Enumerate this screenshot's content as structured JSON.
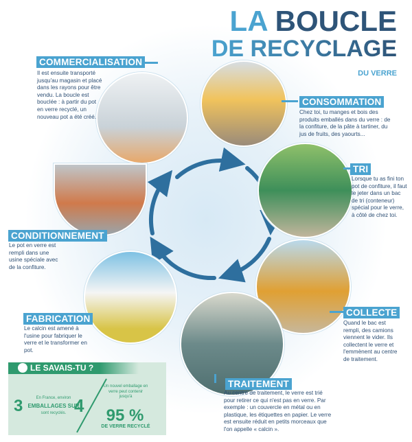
{
  "title": {
    "line1_a": "LA",
    "line1_b": "BOUCLE",
    "line2": "DE RECYCLAGE",
    "subtitle": "DU VERRE"
  },
  "steps": [
    {
      "label": "COMMERCIALISATION",
      "text": "Il est ensuite transporté jusqu'au magasin et placé dans les rayons pour être vendu. La boucle est bouclée : à partir du pot en verre recyclé, un nouveau pot a été créé."
    },
    {
      "label": "CONSOMMATION",
      "text": "Chez toi, tu manges et bois des produits emballés dans du verre : de la confiture, de la pâte à tartiner, du jus de fruits, des yaourts..."
    },
    {
      "label": "TRI",
      "text": "Lorsque tu as fini ton pot de confiture, il faut le jeter dans un bac de tri (conteneur) spécial pour le verre, à côté de chez toi."
    },
    {
      "label": "COLLECTE",
      "text": "Quand le bac est rempli, des camions viennent le vider. Ils collectent le verre et l'emmènent au centre de traitement."
    },
    {
      "label": "TRAITEMENT",
      "text": "Au centre de traitement, le verre est trié pour retirer ce qui n'est pas en verre. Par exemple : un couvercle en métal ou en plastique, les étiquettes en papier. Le verre est ensuite réduit en petits morceaux que l'on appelle « calcin »."
    },
    {
      "label": "FABRICATION",
      "text": "Le calcin est amené à l'usine pour fabriquer le verre et le transformer en pot."
    },
    {
      "label": "CONDITIONNEMENT",
      "text": "Le pot en verre est rempli dans une usine spéciale avec de la confiture."
    }
  ],
  "fact_box": {
    "heading": "LE SAVAIS-TU ?",
    "left_num_a": "3",
    "left_num_b": "4",
    "left_small": "En France, environ",
    "left_mid": "EMBALLAGES SUR",
    "left_bottom": "sont recyclés.",
    "right_small": "Un nouvel emballage en verre peut contenir jusqu'à",
    "right_big": "95 %",
    "right_bottom": "DE VERRE RECYCLÉ"
  },
  "colors": {
    "accent": "#4aa3d0",
    "dark": "#2e5478",
    "green": "#2f9a6e"
  }
}
